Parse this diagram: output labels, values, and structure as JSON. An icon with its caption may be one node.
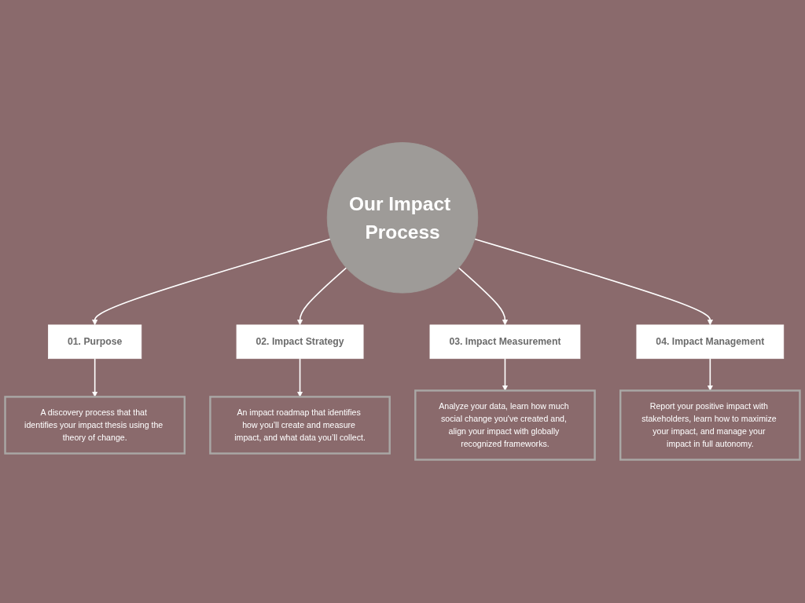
{
  "diagram": {
    "nodes": [
      {
        "text": [
          "Our Impact Process"
        ]
      },
      {
        "text": [
          "01. Purpose"
        ]
      },
      {
        "text": [
          "A discovery process that that identifies your impact thesis using the theory of change."
        ]
      },
      {
        "text": [
          "02. Impact Strategy"
        ]
      },
      {
        "text": [
          "An impact roadmap that identifies how you’ll create and measure impact, and what data you’ll collect."
        ]
      },
      {
        "text": [
          "03. Impact Measurement"
        ]
      },
      {
        "text": [
          "Analyze your data, learn how much social change you've created and, align your impact with globally recognized frameworks."
        ]
      },
      {
        "text": [
          "04. Impact Management"
        ]
      },
      {
        "text": [
          "Report your positive impact with stakeholders, learn how to maximize your impact, and manage your impact in full autonomy."
        ]
      }
    ],
    "edges": [
      {
        "from": 0,
        "to": 1,
        "arrow": "to"
      },
      {
        "from": 1,
        "to": 2,
        "arrow": "to"
      },
      {
        "from": 0,
        "to": 3,
        "arrow": "to"
      },
      {
        "from": 3,
        "to": 4,
        "arrow": "to"
      },
      {
        "from": 0,
        "to": 5,
        "arrow": "to"
      },
      {
        "from": 5,
        "to": 6,
        "arrow": "to"
      },
      {
        "from": 0,
        "to": 7,
        "arrow": "to"
      },
      {
        "from": 7,
        "to": 8,
        "arrow": "to"
      }
    ]
  }
}
